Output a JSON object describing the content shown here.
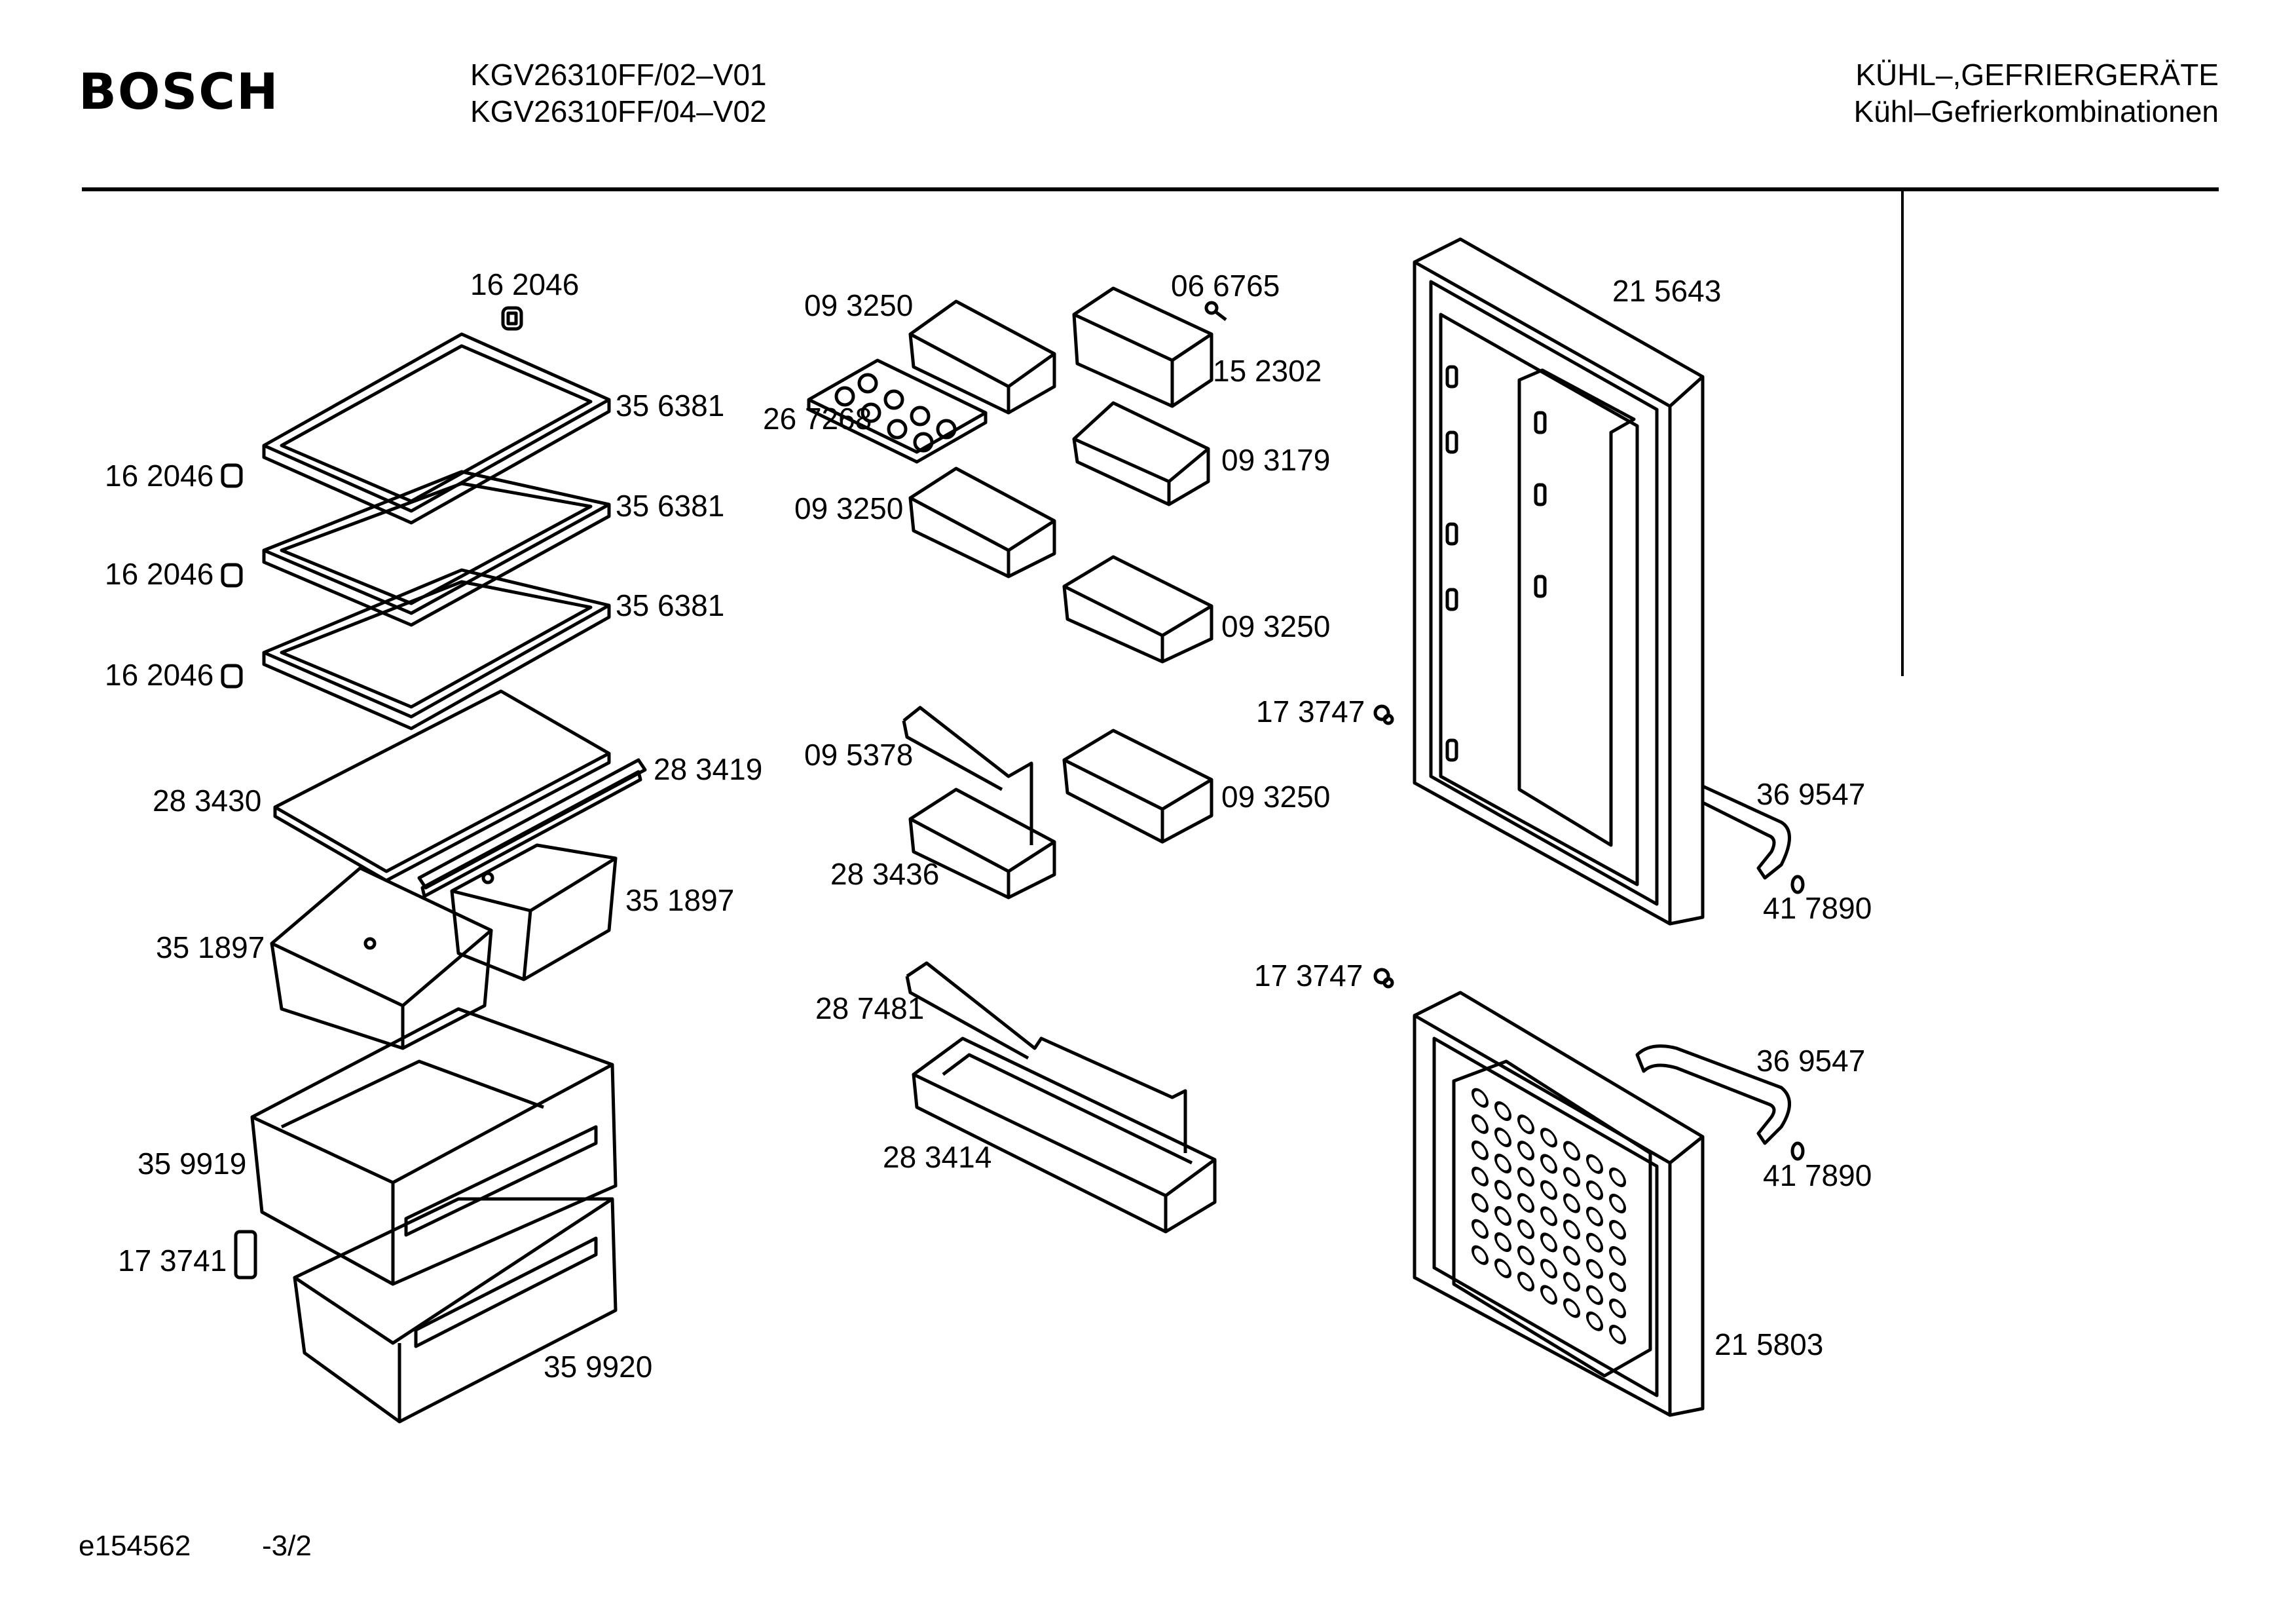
{
  "header": {
    "brand": "BOSCH",
    "models": [
      "KGV26310FF/02–V01",
      "KGV26310FF/04–V02"
    ],
    "category": [
      "KÜHL–,GEFRIERGERÄTE",
      "Kühl–Gefrierkombinationen"
    ]
  },
  "labels": {
    "shelf_clip_top": "16 2046",
    "shelf_clip_1": "16 2046",
    "shelf_clip_2": "16 2046",
    "shelf_clip_3": "16 2046",
    "glass_shelf_1": "35 6381",
    "glass_shelf_2": "35 6381",
    "glass_shelf_3": "35 6381",
    "cover_plate": "28 3430",
    "cover_strip": "28 3419",
    "drawer_small_left": "35 1897",
    "drawer_small_right": "35 1897",
    "freezer_drawer_upper": "35 9919",
    "freezer_drawer_lower": "35 9920",
    "handle_clip": "17 3741",
    "door_shelf_a": "09 3250",
    "egg_tray": "26 7268",
    "door_shelf_b": "09 3250",
    "screw": "06 6765",
    "butter_lid": "15 2302",
    "door_shelf_c": "09 3179",
    "door_shelf_d": "09 3250",
    "door_shelf_e": "09 3250",
    "bottle_retainer_small": "09 5378",
    "door_shelf_f": "28 3436",
    "bottle_retainer_large": "28 7481",
    "bottle_shelf": "28 3414",
    "hinge_pin_1": "17 3747",
    "hinge_pin_2": "17 3747",
    "fridge_door": "21 5643",
    "handle_1": "36 9547",
    "handle_cap_1": "41 7890",
    "freezer_door": "21 5803",
    "handle_2": "36 9547",
    "handle_cap_2": "41 7890"
  },
  "footer": {
    "doc_id": "e154562",
    "page": "-3/2"
  }
}
